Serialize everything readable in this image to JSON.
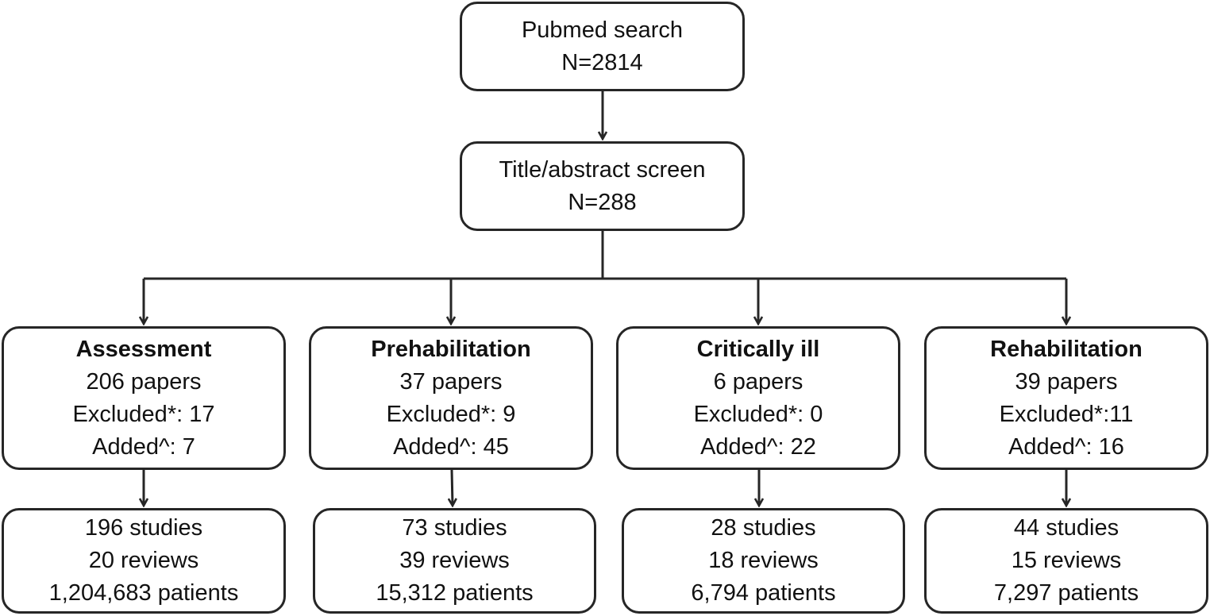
{
  "search": {
    "title": "Pubmed search",
    "count": "N=2814"
  },
  "screen": {
    "title": "Title/abstract screen",
    "count": "N=288"
  },
  "categories": [
    {
      "name": "Assessment",
      "papers": "206 papers",
      "excluded": "Excluded*: 17",
      "added": "Added^: 7"
    },
    {
      "name": "Prehabilitation",
      "papers": "37 papers",
      "excluded": "Excluded*: 9",
      "added": "Added^: 45"
    },
    {
      "name": "Critically ill",
      "papers": "6 papers",
      "excluded": "Excluded*: 0",
      "added": "Added^: 22"
    },
    {
      "name": "Rehabilitation",
      "papers": "39 papers",
      "excluded": "Excluded*:11",
      "added": "Added^: 16"
    }
  ],
  "results": [
    {
      "studies": "196 studies",
      "reviews": "20 reviews",
      "patients": "1,204,683 patients"
    },
    {
      "studies": "73 studies",
      "reviews": "39 reviews",
      "patients": "15,312 patients"
    },
    {
      "studies": "28 studies",
      "reviews": "18 reviews",
      "patients": "6,794 patients"
    },
    {
      "studies": "44 studies",
      "reviews": "15 reviews",
      "patients": "7,297 patients"
    }
  ],
  "colors": {
    "stroke": "#262626",
    "text": "#111111",
    "background": "#ffffff"
  }
}
